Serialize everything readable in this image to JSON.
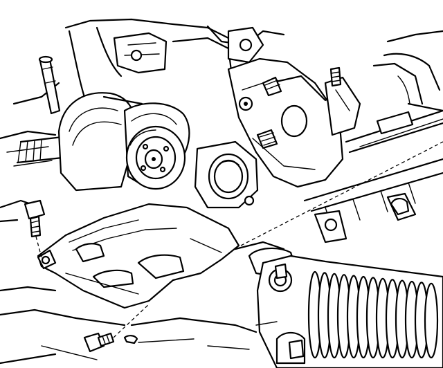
{
  "diagram": {
    "style": "black line-art technical illustration",
    "colors": {
      "ink": "#000000",
      "paper": "#ffffff"
    },
    "parts": [
      "engine-block",
      "pulley-guard",
      "water-pump-pulley",
      "support-bracket",
      "pump-outlet-port",
      "heat-shield",
      "steering-gear-boot",
      "mounting-bolt"
    ]
  }
}
